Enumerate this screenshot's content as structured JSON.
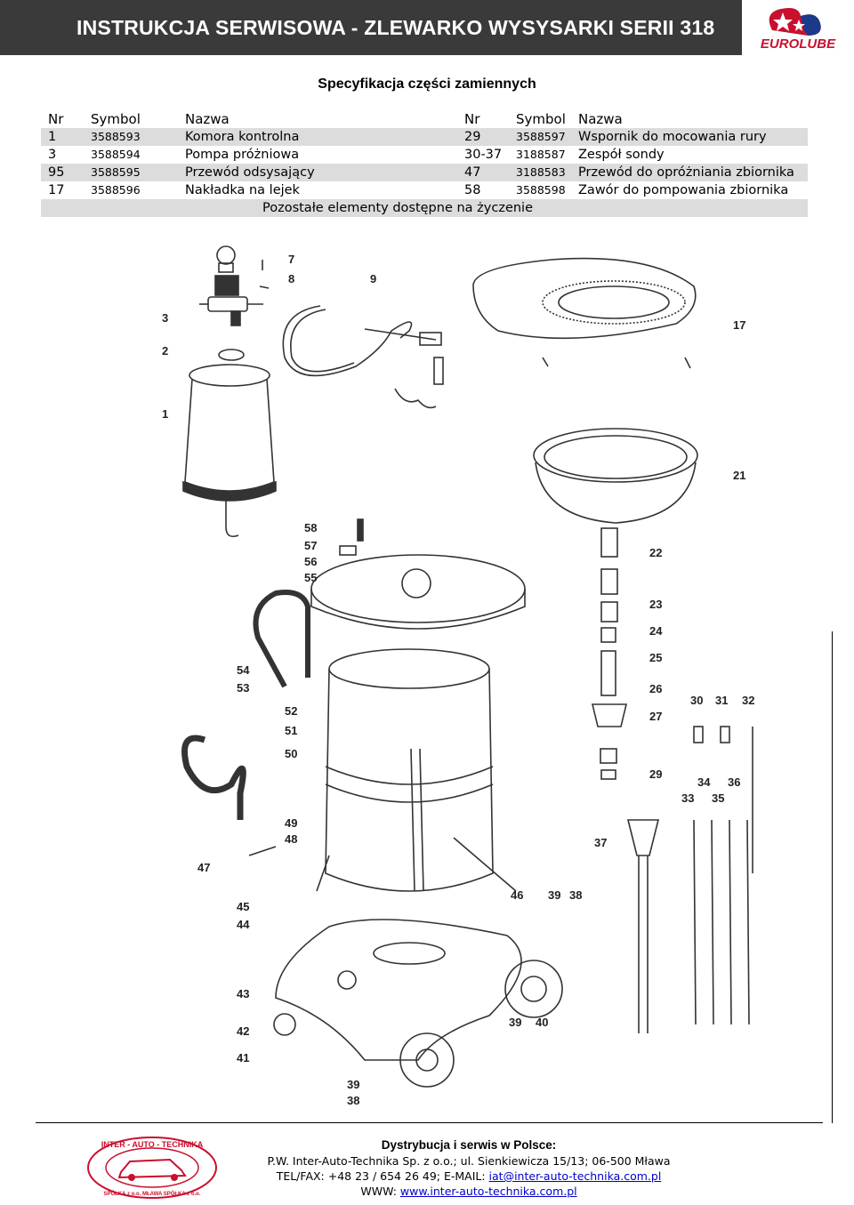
{
  "header": {
    "title": "INSTRUKCJA SERWISOWA - ZLEWARKO WYSYSARKI SERII 318",
    "brand": "EUROLUBE"
  },
  "spec": {
    "heading": "Specyfikacja części zamiennych",
    "columns": [
      "Nr",
      "Symbol",
      "Nazwa",
      "Nr",
      "Symbol",
      "Nazwa"
    ],
    "rows": [
      {
        "nr": "1",
        "symbol": "3588593",
        "name": "Komora kontrolna",
        "nr2": "29",
        "symbol2": "3588597",
        "name2": "Wspornik do mocowania rury"
      },
      {
        "nr": "3",
        "symbol": "3588594",
        "name": "Pompa próżniowa",
        "nr2": "30-37",
        "symbol2": "3188587",
        "name2": "Zespół sondy"
      },
      {
        "nr": "95",
        "symbol": "3588595",
        "name": "Przewód odsysający",
        "nr2": "47",
        "symbol2": "3188583",
        "name2": "Przewód do opróżniania zbiornika"
      },
      {
        "nr": "17",
        "symbol": "3588596",
        "name": "Nakładka na lejek",
        "nr2": "58",
        "symbol2": "3588598",
        "name2": "Zawór do pompowania zbiornika"
      }
    ],
    "footnote": "Pozostałe elementy dostępne na życzenie"
  },
  "diagram": {
    "callouts": [
      "7",
      "8",
      "9",
      "3",
      "2",
      "1",
      "17",
      "21",
      "58",
      "57",
      "56",
      "55",
      "22",
      "23",
      "24",
      "25",
      "26",
      "27",
      "54",
      "53",
      "52",
      "51",
      "50",
      "30",
      "31",
      "32",
      "29",
      "34",
      "36",
      "33",
      "35",
      "49",
      "48",
      "37",
      "47",
      "46",
      "39",
      "38",
      "45",
      "44",
      "43",
      "42",
      "41",
      "39",
      "40",
      "39",
      "38"
    ]
  },
  "footer": {
    "heading": "Dystrybucja i serwis w Polsce:",
    "company": "P.W. Inter-Auto-Technika Sp. z o.o.; ul. Sienkiewicza 15/13; 06-500 Mława",
    "contact_prefix": "TEL/FAX: +48 23 / 654 26 49; E-MAIL: ",
    "email": "iat@inter-auto-technika.com.pl",
    "www_prefix": "WWW: ",
    "www": "www.inter-auto-technika.com.pl",
    "logo_text_top": "INTER - AUTO - TECHNIKA",
    "logo_text_bottom": "SPÓŁKA z o.o. MŁAWA SPÓŁKA z o.o."
  }
}
